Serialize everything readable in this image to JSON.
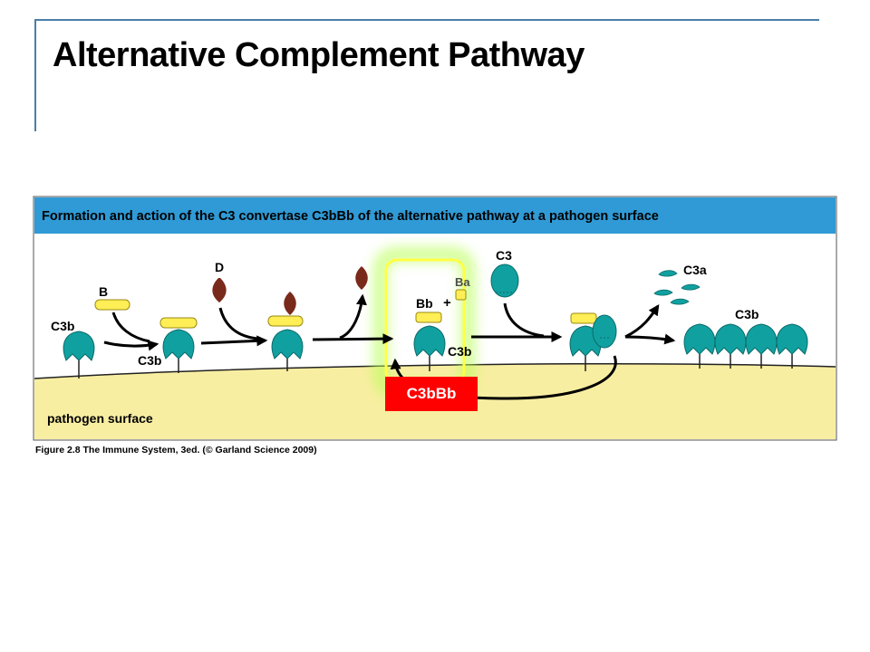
{
  "slide": {
    "title": "Alternative Complement Pathway"
  },
  "figure": {
    "header": "Formation and action of the C3 convertase C3bBb of the alternative pathway at a pathogen surface",
    "surface_label": "pathogen surface",
    "caption": "Figure 2.8 The Immune System, 3ed. (© Garland Science 2009)",
    "labels": {
      "c3b_first": "C3b",
      "b": "B",
      "c3b_second": "C3b",
      "d": "D",
      "ba": "Ba",
      "bb": "Bb",
      "plus": "+",
      "c3b_convertase": "C3b",
      "c3": "C3",
      "c3a": "C3a",
      "c3b_deposited": "C3b"
    },
    "highlight_tag": "C3bBb"
  },
  "colors": {
    "teal": "#11a0a0",
    "yellow": "#ffee55",
    "brown": "#7a2a1a",
    "header_blue": "#2f9ad6",
    "surface": "#f8eea2",
    "highlight": "#ff0000"
  }
}
